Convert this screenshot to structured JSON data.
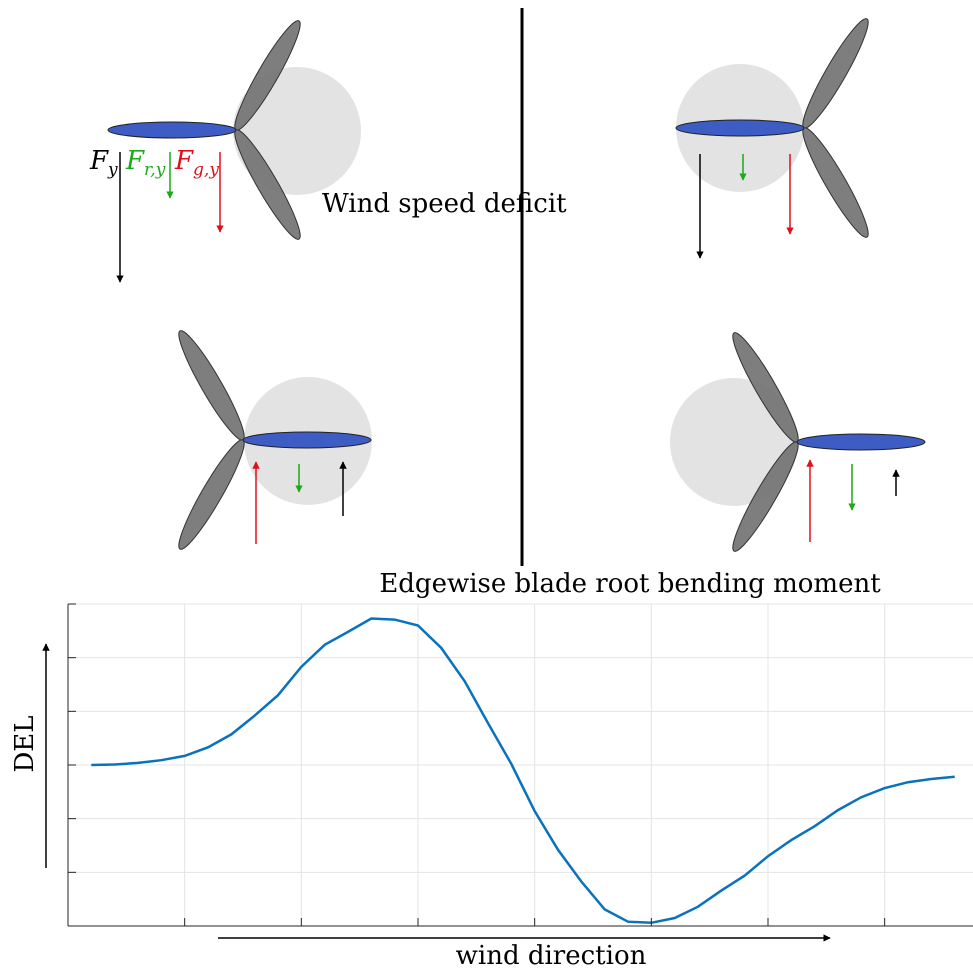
{
  "labels": {
    "force_total": "F",
    "force_total_sub": "y",
    "force_rotor": "F",
    "force_rotor_sub": "r,y",
    "force_gravity": "F",
    "force_gravity_sub": "g,y",
    "wind_deficit": "Wind speed deficit"
  },
  "colors": {
    "blade_highlight": "#3d5cc4",
    "blade_other": "#707070",
    "deficit_disc": "#e3e3e3",
    "total_force": "#000000",
    "rotor_force": "#1aaa1a",
    "gravity_force": "#e0101a",
    "curve": "#0a72bd"
  },
  "chart_data": {
    "type": "line",
    "title": "Edgewise blade root bending moment",
    "xlabel": "wind direction",
    "ylabel": "DEL",
    "grid": true,
    "xlim": [
      0,
      39
    ],
    "ylim": [
      0,
      6
    ],
    "xticks": [
      0,
      5,
      10,
      15,
      20,
      25,
      30,
      35,
      39
    ],
    "yticks": [
      0,
      1,
      2,
      3,
      4,
      5,
      6
    ],
    "series": [
      {
        "x": [
          1,
          2,
          3,
          4,
          5,
          6,
          7,
          8,
          9,
          10,
          11,
          12,
          13,
          14,
          15,
          16,
          17,
          18,
          19,
          20,
          21,
          22,
          23,
          24,
          25,
          26,
          27,
          28,
          29,
          30,
          31,
          32,
          33,
          34,
          35,
          36,
          37,
          38
        ],
        "y": [
          3.0,
          3.01,
          3.04,
          3.09,
          3.17,
          3.33,
          3.57,
          3.92,
          4.3,
          4.83,
          5.24,
          5.48,
          5.73,
          5.71,
          5.6,
          5.18,
          4.56,
          3.78,
          3.02,
          2.14,
          1.42,
          0.83,
          0.31,
          0.08,
          0.06,
          0.15,
          0.36,
          0.66,
          0.94,
          1.3,
          1.6,
          1.86,
          2.16,
          2.4,
          2.57,
          2.68,
          2.74,
          2.78
        ]
      }
    ]
  }
}
